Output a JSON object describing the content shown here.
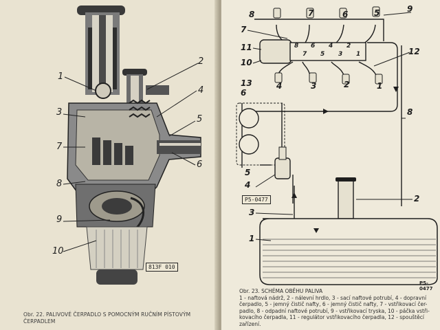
{
  "left_figure": {
    "callouts": [
      "1",
      "2",
      "3",
      "4",
      "5",
      "6",
      "7",
      "8",
      "9",
      "10"
    ],
    "stamp": "813F 010",
    "caption_line1": "Obr. 22. PALIVOVÉ ČERPADLO S POMOCNÝM RUČNÍM PÍSTOVÝM",
    "caption_line2": "ČERPADLEM"
  },
  "right_figure": {
    "callouts": [
      "1",
      "2",
      "3",
      "4",
      "5",
      "6",
      "7",
      "8",
      "9",
      "10",
      "11",
      "12",
      "13"
    ],
    "injector_labels": [
      "8",
      "7",
      "6",
      "5",
      "4",
      "3",
      "2",
      "1"
    ],
    "pump_port_labels": [
      "8",
      "6",
      "4",
      "2",
      "7",
      "5",
      "3",
      "1"
    ],
    "stamp": "P5-0477",
    "page_code": "P5-0477",
    "caption_title": "Obr. 23. SCHÉMA OBĚHU PALIVA",
    "legend_lines": [
      "1 - naftová nádrž, 2 - nálevní hrdlo, 3 - sací naftové potrubí, 4 - dopravní",
      "čerpadlo, 5 - jemný čistič nafty, 6 - jemný čistič nafty, 7 - vstřikovací čer-",
      "padlo, 8 - odpadní naftové potrubí, 9 - vstřikovací tryska, 10 - páčka vstři-",
      "kovacího čerpadla, 11 - regulátor vstřikovacího čerpadla, 12 - spouštěcí",
      "zařízení."
    ]
  }
}
